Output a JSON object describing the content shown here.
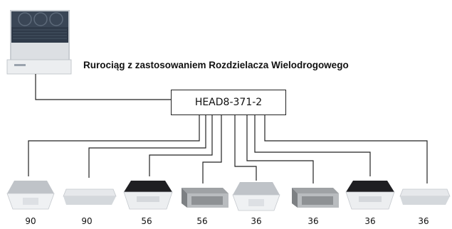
{
  "title": "Rurociąg z zastosowaniem Rozdzielacza Wielodrogowego",
  "header_model": "HEAD8-371-2",
  "units": [
    {
      "type": "cassette-4way-white",
      "capacity": "90"
    },
    {
      "type": "ceiling-suspended",
      "capacity": "90"
    },
    {
      "type": "cassette-1way-black",
      "capacity": "56"
    },
    {
      "type": "ducted",
      "capacity": "56"
    },
    {
      "type": "cassette-4way-white",
      "capacity": "36"
    },
    {
      "type": "ducted",
      "capacity": "36"
    },
    {
      "type": "cassette-1way-black",
      "capacity": "36"
    },
    {
      "type": "ceiling-suspended",
      "capacity": "36"
    }
  ]
}
